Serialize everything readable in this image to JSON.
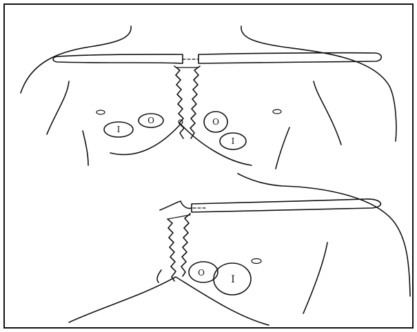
{
  "figure": {
    "background": "#ffffff",
    "ink": "#111111",
    "top_panel": {
      "ports": [
        {
          "label": "I"
        },
        {
          "label": "O"
        },
        {
          "label": "O"
        },
        {
          "label": "I"
        }
      ]
    },
    "bottom_panel": {
      "ports": [
        {
          "label": "O"
        },
        {
          "label": "I"
        }
      ]
    }
  }
}
